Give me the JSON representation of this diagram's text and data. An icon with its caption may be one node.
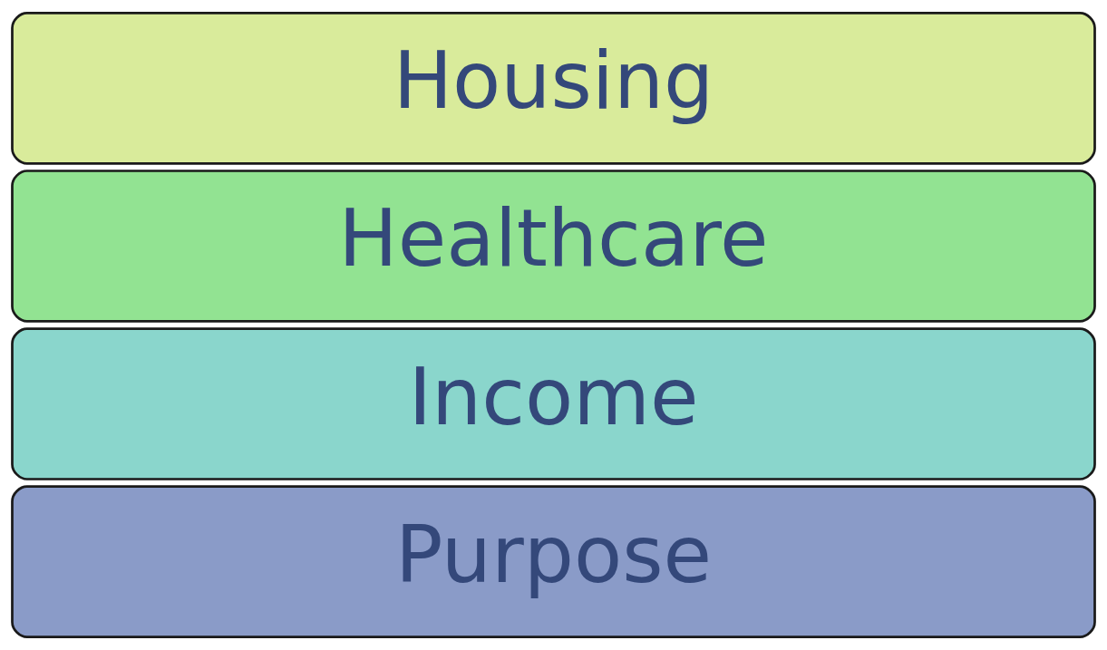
{
  "diagram": {
    "nodes": [
      {
        "text": [
          "Housing"
        ]
      },
      {
        "text": [
          "Healthcare"
        ]
      },
      {
        "text": [
          "Income"
        ]
      },
      {
        "text": [
          "Purpose"
        ]
      }
    ]
  }
}
